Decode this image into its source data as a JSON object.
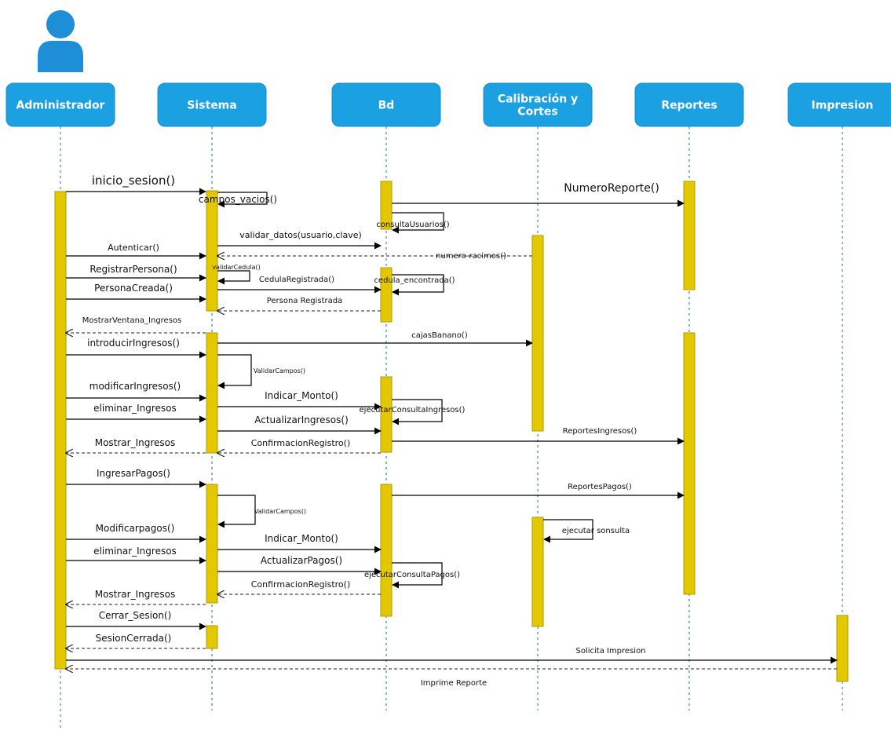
{
  "lifelines": [
    {
      "id": "admin",
      "label": [
        "Administrador"
      ]
    },
    {
      "id": "sistema",
      "label": [
        "Sistema"
      ]
    },
    {
      "id": "bd",
      "label": [
        "Bd"
      ]
    },
    {
      "id": "calib",
      "label": [
        "Calibración y",
        "Cortes"
      ]
    },
    {
      "id": "reportes",
      "label": [
        "Reportes"
      ]
    },
    {
      "id": "impresion",
      "label": [
        "Impresion"
      ]
    }
  ],
  "messages": [
    {
      "text": "inicio_sesion()",
      "type": "sync"
    },
    {
      "text": "campos_vacios()",
      "type": "self"
    },
    {
      "text": "NumeroReporte()",
      "type": "sync"
    },
    {
      "text": "consultaUsuarios()",
      "type": "self"
    },
    {
      "text": "validar_datos(usuario,clave)",
      "type": "sync"
    },
    {
      "text": "Autenticar()",
      "type": "sync"
    },
    {
      "text": "numero-racimos()",
      "type": "return"
    },
    {
      "text": "RegistrarPersona()",
      "type": "sync"
    },
    {
      "text": "validarCedula()",
      "type": "self"
    },
    {
      "text": "cedula_encontrada()",
      "type": "self"
    },
    {
      "text": "CedulaRegistrada()",
      "type": "sync"
    },
    {
      "text": "PersonaCreada()",
      "type": "sync"
    },
    {
      "text": "Persona Registrada",
      "type": "return"
    },
    {
      "text": "MostrarVentana_Ingresos",
      "type": "return"
    },
    {
      "text": "cajasBanano()",
      "type": "sync"
    },
    {
      "text": "introducirIngresos()",
      "type": "sync"
    },
    {
      "text": "ValidarCampos()",
      "type": "self"
    },
    {
      "text": "modificarIngresos()",
      "type": "sync"
    },
    {
      "text": "Indicar_Monto()",
      "type": "sync"
    },
    {
      "text": "ejecutarConsultaIngresos()",
      "type": "self"
    },
    {
      "text": "eliminar_Ingresos",
      "type": "sync"
    },
    {
      "text": "ActualizarIngresos()",
      "type": "sync"
    },
    {
      "text": "ReportesIngresos()",
      "type": "sync"
    },
    {
      "text": "Mostrar_Ingresos",
      "type": "return"
    },
    {
      "text": "ConfirmacionRegistro()",
      "type": "return"
    },
    {
      "text": "IngresarPagos()",
      "type": "sync"
    },
    {
      "text": "ReportesPagos()",
      "type": "sync"
    },
    {
      "text": "ValidarCampos()",
      "type": "self"
    },
    {
      "text": "Modificarpagos()",
      "type": "sync"
    },
    {
      "text": "ejecutar sonsulta",
      "type": "self"
    },
    {
      "text": "Indicar_Monto()",
      "type": "sync"
    },
    {
      "text": "eliminar_Ingresos",
      "type": "sync"
    },
    {
      "text": "ActualizarPagos()",
      "type": "sync"
    },
    {
      "text": "ejecutarConsultaPagos()",
      "type": "self"
    },
    {
      "text": "ConfirmacionRegistro()",
      "type": "return"
    },
    {
      "text": "Mostrar_Ingresos",
      "type": "return"
    },
    {
      "text": "Cerrar_Sesion()",
      "type": "sync"
    },
    {
      "text": "SesionCerrada()",
      "type": "return"
    },
    {
      "text": "Solicita Impresion",
      "type": "sync"
    },
    {
      "text": "Imprime Reporte",
      "type": "return"
    }
  ],
  "colors": {
    "header_fill": "#1ba1e2",
    "activation_fill": "#e3c800",
    "lifeline": "#1b6fb0",
    "actor": "#1e8fd6"
  },
  "icons": [
    "actor-person-icon"
  ]
}
